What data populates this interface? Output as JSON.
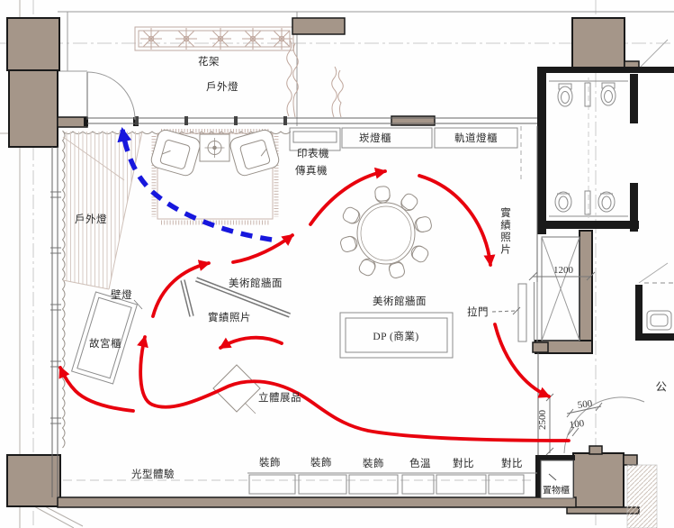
{
  "title": "interior-circulation-floor-plan",
  "colors": {
    "wall_fill": "#a59689",
    "wall_line": "#1a1a1a",
    "furniture_line": "#979089",
    "flow_red": "#e8000d",
    "flow_blue": "#1717dd",
    "hatch": "#d3c6bf"
  },
  "labels": {
    "flower_rack": "花架",
    "outdoor_light_top": "戶外燈",
    "outdoor_light_left": "戶外燈",
    "printer": "印表機",
    "fax": "傳真機",
    "recessed_light_cabinet": "崁燈櫃",
    "track_light_cabinet": "軌道燈櫃",
    "wall_lamp": "壁燈",
    "museum_wall_left": "美術館牆面",
    "museum_wall_center": "美術館牆面",
    "performance_photos_left": "實績照片",
    "performance_photos_right": "實績照片",
    "palace_museum_cabinet": "故宮櫃",
    "dp_display": "DP (商業)",
    "sliding_door": "拉門",
    "solid_exhibit": "立體展品",
    "light_experience": "光型體驗",
    "decor_1": "裝飾",
    "decor_2": "裝飾",
    "decor_3": "裝飾",
    "color_temperature": "色溫",
    "contrast_1": "對比",
    "contrast_2": "對比",
    "storage_cabinet": "置物櫃",
    "public_area": "公"
  },
  "dimensions": {
    "shaft_width": "1200",
    "entry_depth": "2500",
    "entry_offset": "500",
    "entry_gap": "100"
  }
}
